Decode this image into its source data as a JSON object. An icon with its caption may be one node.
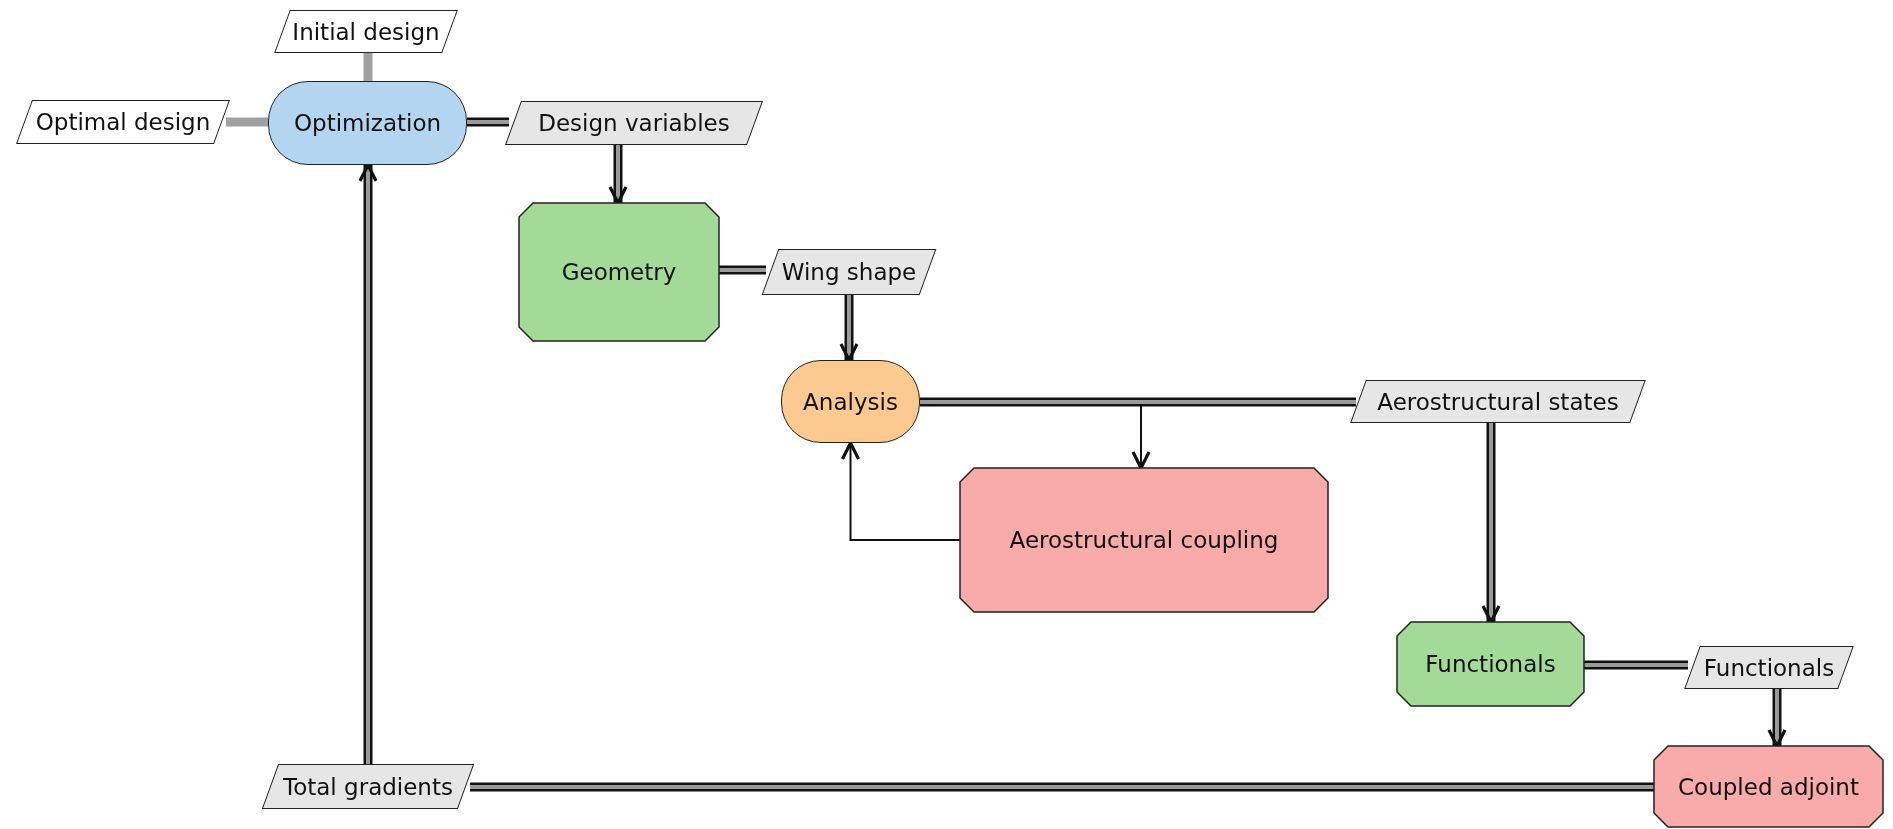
{
  "diagram": {
    "nodes": [
      {
        "text": [
          "Initial design"
        ]
      },
      {
        "text": [
          "Optimal design"
        ]
      },
      {
        "text": [
          "Optimization"
        ]
      },
      {
        "text": [
          "Design variables"
        ]
      },
      {
        "text": [
          "Geometry"
        ]
      },
      {
        "text": [
          "Wing shape"
        ]
      },
      {
        "text": [
          "Analysis"
        ]
      },
      {
        "text": [
          "Aerostructural states"
        ]
      },
      {
        "text": [
          "Aerostructural coupling"
        ]
      },
      {
        "text": [
          "Functionals"
        ]
      },
      {
        "text": [
          "Functionals"
        ]
      },
      {
        "text": [
          "Total gradients"
        ]
      },
      {
        "text": [
          "Coupled adjoint"
        ]
      }
    ],
    "edges": [
      {
        "from": 0,
        "to": 2,
        "arrow": "none",
        "color": "#a0a0a0"
      },
      {
        "from": 2,
        "to": 1,
        "arrow": "none",
        "color": "#a0a0a0"
      },
      {
        "from": 2,
        "to": 3,
        "arrow": "none"
      },
      {
        "from": 3,
        "to": 4,
        "arrow": "to"
      },
      {
        "from": 4,
        "to": 5,
        "arrow": "none"
      },
      {
        "from": 5,
        "to": 6,
        "arrow": "to"
      },
      {
        "from": 6,
        "to": 7,
        "arrow": "none"
      },
      {
        "from": 6,
        "to": 8,
        "arrow": "to",
        "color": "#111111"
      },
      {
        "from": 8,
        "to": 6,
        "arrow": "to",
        "color": "#111111"
      },
      {
        "from": 7,
        "to": 9,
        "arrow": "to"
      },
      {
        "from": 9,
        "to": 10,
        "arrow": "none"
      },
      {
        "from": 10,
        "to": 12,
        "arrow": "to"
      },
      {
        "from": 12,
        "to": 11,
        "arrow": "none"
      },
      {
        "from": 11,
        "to": 2,
        "arrow": "to"
      }
    ]
  }
}
